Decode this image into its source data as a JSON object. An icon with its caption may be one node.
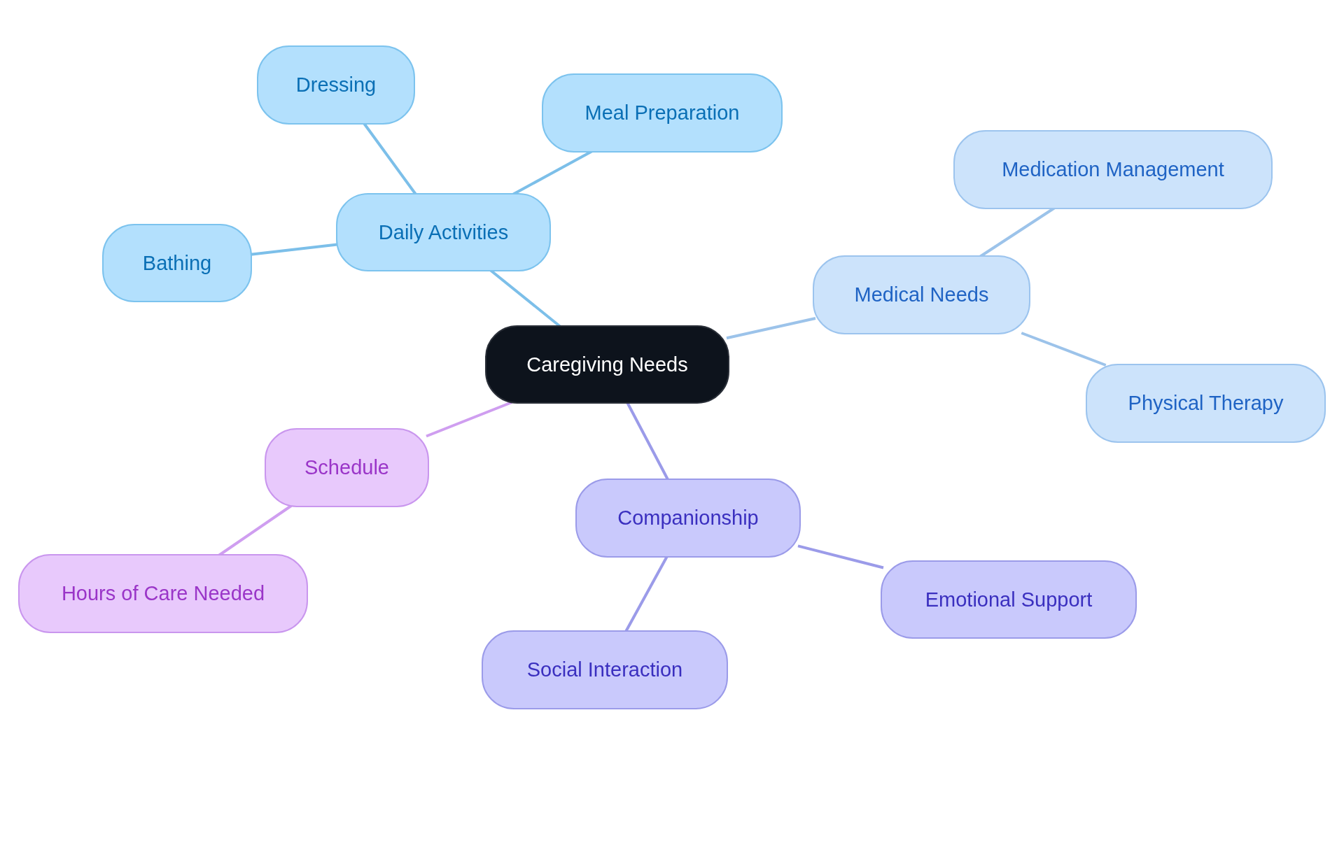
{
  "diagram": {
    "nodes": [
      {
        "text": [
          "Caregiving Needs"
        ]
      },
      {
        "text": [
          "Daily Activities"
        ]
      },
      {
        "text": [
          "Dressing"
        ]
      },
      {
        "text": [
          "Meal Preparation"
        ]
      },
      {
        "text": [
          "Bathing"
        ]
      },
      {
        "text": [
          "Medical Needs"
        ]
      },
      {
        "text": [
          "Medication Management"
        ]
      },
      {
        "text": [
          "Physical Therapy"
        ]
      },
      {
        "text": [
          "Schedule"
        ]
      },
      {
        "text": [
          "Hours of Care Needed"
        ]
      },
      {
        "text": [
          "Companionship"
        ]
      },
      {
        "text": [
          "Emotional Support"
        ]
      },
      {
        "text": [
          "Social Interaction"
        ]
      }
    ],
    "edges": [
      {
        "from": 0,
        "to": 1,
        "arrow": "none"
      },
      {
        "from": 1,
        "to": 2,
        "arrow": "none"
      },
      {
        "from": 1,
        "to": 3,
        "arrow": "none"
      },
      {
        "from": 1,
        "to": 4,
        "arrow": "none"
      },
      {
        "from": 0,
        "to": 5,
        "arrow": "none",
        "color": "#9cc3ea"
      },
      {
        "from": 5,
        "to": 6,
        "arrow": "none",
        "color": "#9cc3ea"
      },
      {
        "from": 5,
        "to": 7,
        "arrow": "none",
        "color": "#9cc3ea"
      },
      {
        "from": 0,
        "to": 8,
        "arrow": "none",
        "color": "#cf9ef0"
      },
      {
        "from": 8,
        "to": 9,
        "arrow": "none",
        "color": "#cf9ef0"
      },
      {
        "from": 0,
        "to": 10,
        "arrow": "none",
        "color": "#9b9be9"
      },
      {
        "from": 10,
        "to": 11,
        "arrow": "none",
        "color": "#9b9be9"
      },
      {
        "from": 10,
        "to": 12,
        "arrow": "none",
        "color": "#9b9be9"
      }
    ]
  }
}
